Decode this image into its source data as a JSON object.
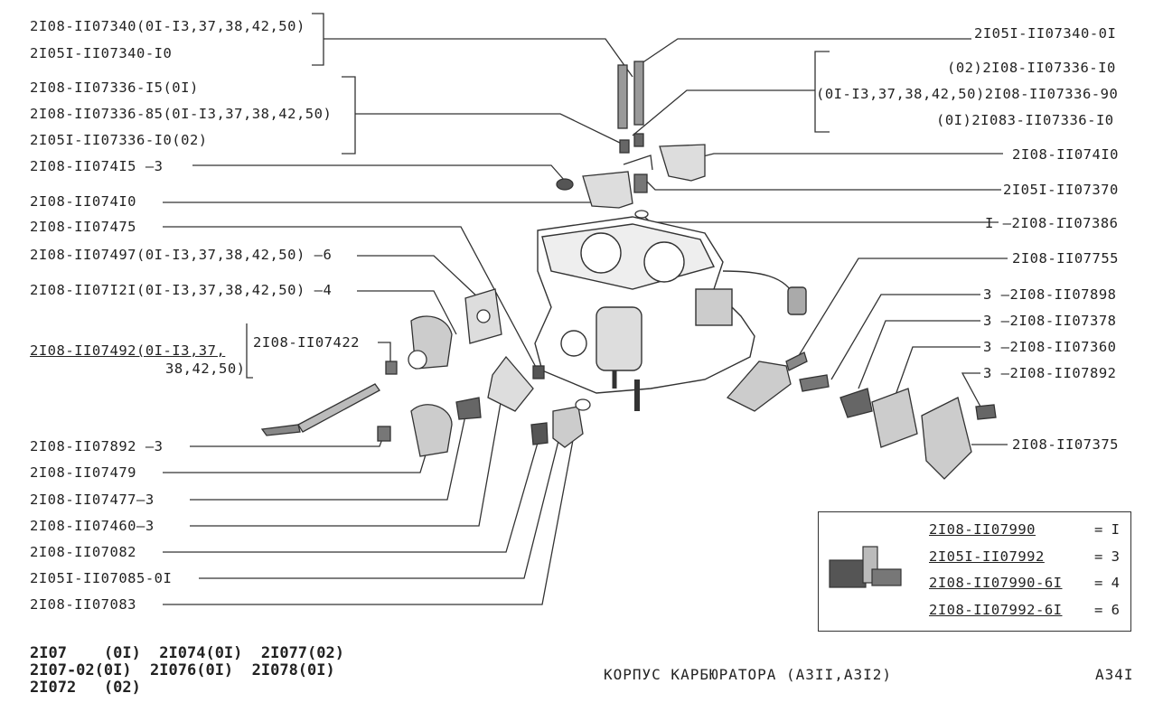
{
  "left_labels": [
    "2I08-II07340(0I-I3,37,38,42,50)",
    "2I05I-II07340-I0",
    "2I08-II07336-I5(0I)",
    "2I08-II07336-85(0I-I3,37,38,42,50)",
    "2I05I-II07336-I0(02)",
    "2I08-II074I5 —3",
    "2I08-II074I0",
    "2I08-II07475",
    "2I08-II07497(0I-I3,37,38,42,50) —6",
    "2I08-II07I2I(0I-I3,37,38,42,50) —4",
    "2I08-II07892 —3",
    "2I08-II07479",
    "2I08-II07477—3",
    "2I08-II07460—3",
    "2I08-II07082",
    "2I05I-II07085-0I",
    "2I08-II07083"
  ],
  "group_label": {
    "main": "2I08-II07492(0I-I3,37,",
    "cont": "38,42,50)",
    "sub": "2I08-II07422"
  },
  "right_labels": [
    "2I05I-II07340-0I",
    "(02)2I08-II07336-I0",
    "(0I-I3,37,38,42,50)2I08-II07336-90",
    "(0I)2I083-II07336-I0",
    "2I08-II074I0",
    "2I05I-II07370",
    "I —2I08-II07386",
    "2I08-II07755",
    "3 —2I08-II07898",
    "3 —2I08-II07378",
    "3 —2I08-II07360",
    "3 —2I08-II07892",
    "2I08-II07375"
  ],
  "repair_kits": [
    {
      "code": "2I08-II07990",
      "qty": "= I"
    },
    {
      "code": "2I05I-II07992",
      "qty": "= 3"
    },
    {
      "code": "2I08-II07990-6I",
      "qty": "= 4"
    },
    {
      "code": "2I08-II07992-6I",
      "qty": "= 6"
    }
  ],
  "applicability": "2I07    (0I)  2I074(0I)  2I077(02)\n2I07-02(0I)  2I076(0I)  2I078(0I)\n2I072   (02)",
  "title": "КОРПУС  КАРБЮРАТОРА (А3II,А3I2)",
  "page_number": "А34I"
}
